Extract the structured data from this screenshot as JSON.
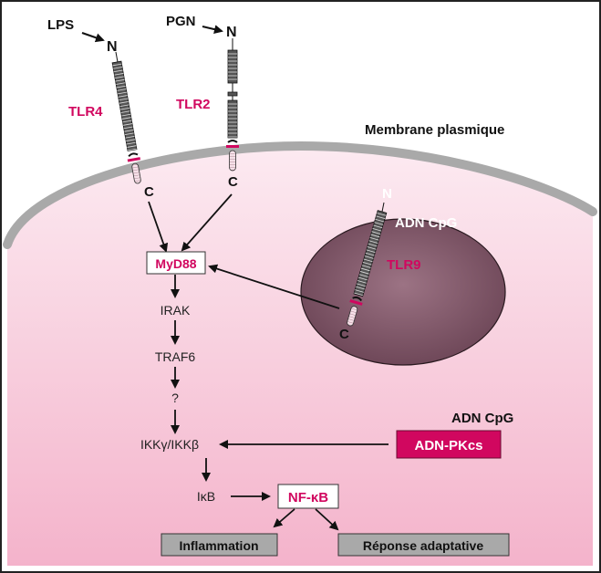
{
  "colors": {
    "accent": "#d1075f",
    "membrane": "#a9a9a9",
    "cytoplasm_top": "#fbe6ee",
    "cytoplasm_bottom": "#f5b6cd",
    "endosome": "#7c5566",
    "outcome_box": "#a9a9a9"
  },
  "extracellular": {
    "ligands": [
      {
        "label": "LPS",
        "receptor": "TLR4"
      },
      {
        "label": "PGN",
        "receptor": "TLR2"
      }
    ],
    "receptors": [
      {
        "name": "TLR4",
        "n_terminal": "N",
        "c_terminal": "C"
      },
      {
        "name": "TLR2",
        "n_terminal": "N",
        "c_terminal": "C"
      }
    ],
    "membrane_label": "Membrane plasmique"
  },
  "endosome": {
    "ligand": "ADN CpG",
    "receptor": {
      "name": "TLR9",
      "n_terminal": "N",
      "c_terminal": "C"
    }
  },
  "pathway": {
    "adaptor": "MyD88",
    "steps": [
      "IRAK",
      "TRAF6",
      "?"
    ],
    "ikk": "IKKγ/IKKβ",
    "inhibitor": "IκB",
    "transcription_factor": "NF-κB"
  },
  "alternate": {
    "ligand": "ADN CpG",
    "kinase": "ADN-PKcs"
  },
  "outcomes": [
    "Inflammation",
    "Réponse adaptative"
  ]
}
